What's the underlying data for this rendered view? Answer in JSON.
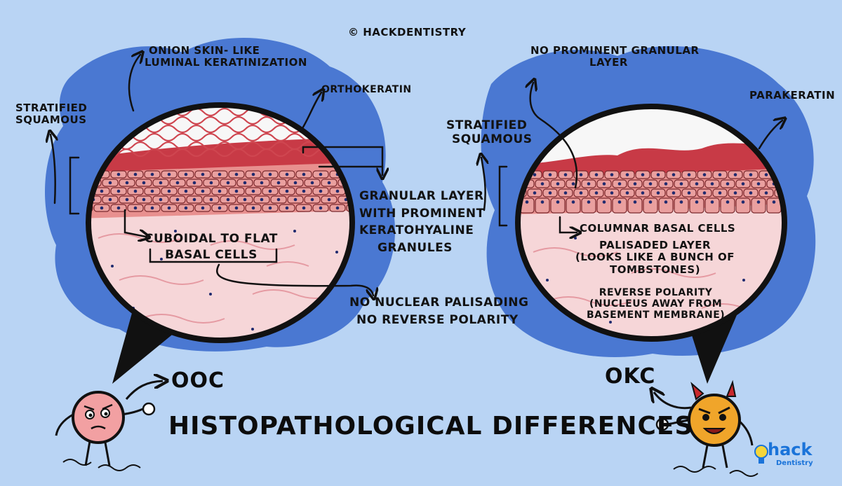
{
  "copyright": "© HACKDENTISTRY",
  "title": "HISTOPATHOLOGICAL DIFFERENCES",
  "left": {
    "tag": "OOC",
    "labels": {
      "luminal": [
        "ONION SKIN- LIKE",
        "LUMINAL KERATINIZATION"
      ],
      "orthokeratin": "ORTHOKERATIN",
      "stratified": [
        "STRATIFIED",
        "SQUAMOUS"
      ],
      "granular": [
        "GRANULAR LAYER",
        "WITH PROMINENT",
        "KERATOHYALINE",
        "GRANULES"
      ],
      "basal": [
        "CUBOIDAL TO FLAT",
        "BASAL CELLS"
      ],
      "nuclear": [
        "NO NUCLEAR PALISADING",
        "NO REVERSE POLARITY"
      ]
    }
  },
  "right": {
    "tag": "OKC",
    "labels": {
      "granular": [
        "NO PROMINENT GRANULAR",
        "LAYER"
      ],
      "parakeratin": "PARAKERATIN",
      "stratified": [
        "STRATIFIED",
        "SQUAMOUS"
      ],
      "columnar": "COLUMNAR BASAL CELLS",
      "palisaded": [
        "PALISADED LAYER",
        "(LOOKS LIKE A BUNCH OF",
        "TOMBSTONES)"
      ],
      "polarity": [
        "REVERSE POLARITY",
        "(NUCLEUS AWAY FROM",
        "BASEMENT MEMBRANE)"
      ]
    }
  },
  "logo": {
    "word": "hack",
    "sub": "Dentistry"
  },
  "colors": {
    "background": "#b9d4f4",
    "blob": "#4a78d2",
    "connective": "#f6d6d8",
    "epithelium": "#e8908f",
    "keratin": "#c83a46",
    "nucleus": "#1f2a6e",
    "ooc_character": "#f2a0a2",
    "okc_character": "#f0a52a"
  }
}
